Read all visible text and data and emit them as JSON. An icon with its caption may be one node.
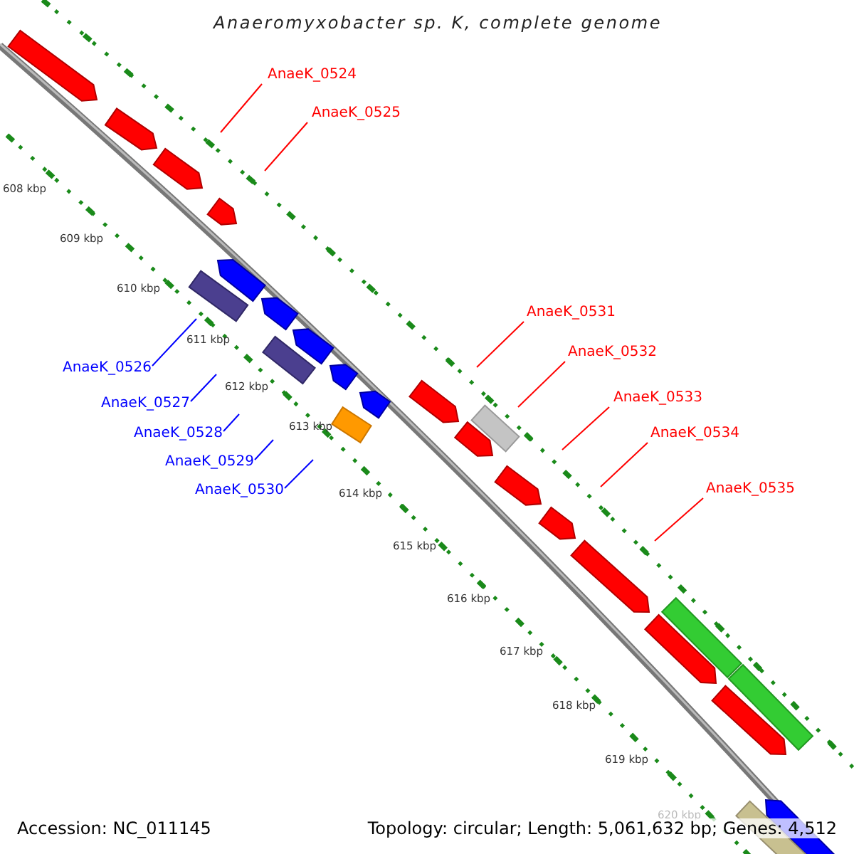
{
  "diagram": {
    "title": "Anaeromyxobacter sp. K, complete genome",
    "nodes": [
      {
        "text": [
          "AnaeK_0524"
        ]
      },
      {
        "text": [
          "AnaeK_0525"
        ]
      },
      {
        "text": [
          "AnaeK_0526"
        ]
      },
      {
        "text": [
          "AnaeK_0527"
        ]
      },
      {
        "text": [
          "AnaeK_0528"
        ]
      },
      {
        "text": [
          "AnaeK_0529"
        ]
      },
      {
        "text": [
          "AnaeK_0530"
        ]
      },
      {
        "text": [
          "AnaeK_0531"
        ]
      },
      {
        "text": [
          "AnaeK_0532"
        ]
      },
      {
        "text": [
          "AnaeK_0533"
        ]
      },
      {
        "text": [
          "AnaeK_0534"
        ]
      },
      {
        "text": [
          "AnaeK_0535"
        ]
      }
    ],
    "edges": [
      {
        "from": 0,
        "to": null,
        "arrow": "none"
      },
      {
        "from": 1,
        "to": null,
        "arrow": "none"
      },
      {
        "from": 2,
        "to": null,
        "arrow": "none",
        "color": "#0000ff"
      },
      {
        "from": 3,
        "to": null,
        "arrow": "none",
        "color": "#0000ff"
      },
      {
        "from": 4,
        "to": null,
        "arrow": "none",
        "color": "#0000ff"
      },
      {
        "from": 5,
        "to": null,
        "arrow": "none",
        "color": "#0000ff"
      },
      {
        "from": 6,
        "to": null,
        "arrow": "none",
        "color": "#0000ff"
      },
      {
        "from": 7,
        "to": null,
        "arrow": "none"
      },
      {
        "from": 8,
        "to": null,
        "arrow": "none"
      },
      {
        "from": 9,
        "to": null,
        "arrow": "none"
      },
      {
        "from": 10,
        "to": null,
        "arrow": "none"
      },
      {
        "from": 11,
        "to": null,
        "arrow": "none"
      }
    ],
    "labels": [
      "608 kbp",
      "609 kbp",
      "610 kbp",
      "611 kbp",
      "612 kbp",
      "613 kbp",
      "614 kbp",
      "615 kbp",
      "616 kbp",
      "617 kbp",
      "618 kbp",
      "619 kbp",
      "620 kbp",
      "Accession: NC_011145",
      "Topology: circular; Length: 5,061,632 bp; Genes: 4,512"
    ]
  }
}
